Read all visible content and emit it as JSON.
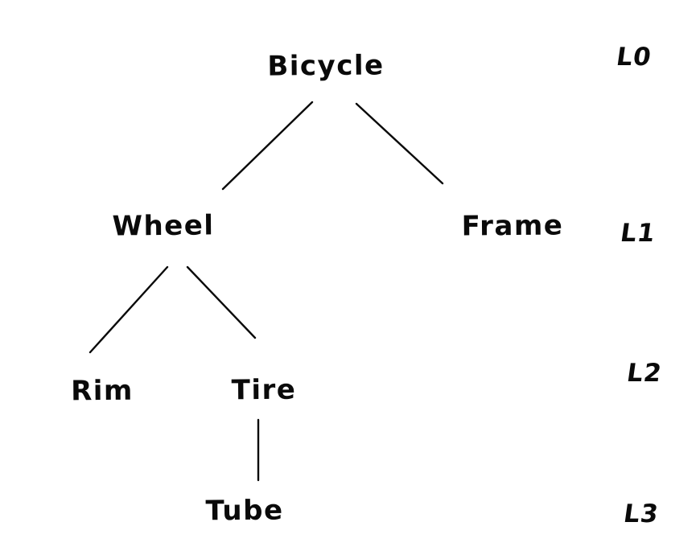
{
  "diagram": {
    "type": "tree",
    "style": "hand-drawn",
    "colors": {
      "ink": "#0a0a0a",
      "background": "#ffffff"
    },
    "nodes": {
      "bicycle": {
        "label": "Bicycle",
        "level": "L0"
      },
      "wheel": {
        "label": "Wheel",
        "level": "L1"
      },
      "frame": {
        "label": "Frame",
        "level": "L1"
      },
      "rim": {
        "label": "Rim",
        "level": "L2"
      },
      "tire": {
        "label": "Tire",
        "level": "L2"
      },
      "tube": {
        "label": "Tube",
        "level": "L3"
      }
    },
    "edges": [
      {
        "from": "Bicycle",
        "to": "Wheel"
      },
      {
        "from": "Bicycle",
        "to": "Frame"
      },
      {
        "from": "Wheel",
        "to": "Rim"
      },
      {
        "from": "Wheel",
        "to": "Tire"
      },
      {
        "from": "Tire",
        "to": "Tube"
      }
    ],
    "levels": [
      {
        "label": "L0"
      },
      {
        "label": "L1"
      },
      {
        "label": "L2"
      },
      {
        "label": "L3"
      }
    ]
  }
}
